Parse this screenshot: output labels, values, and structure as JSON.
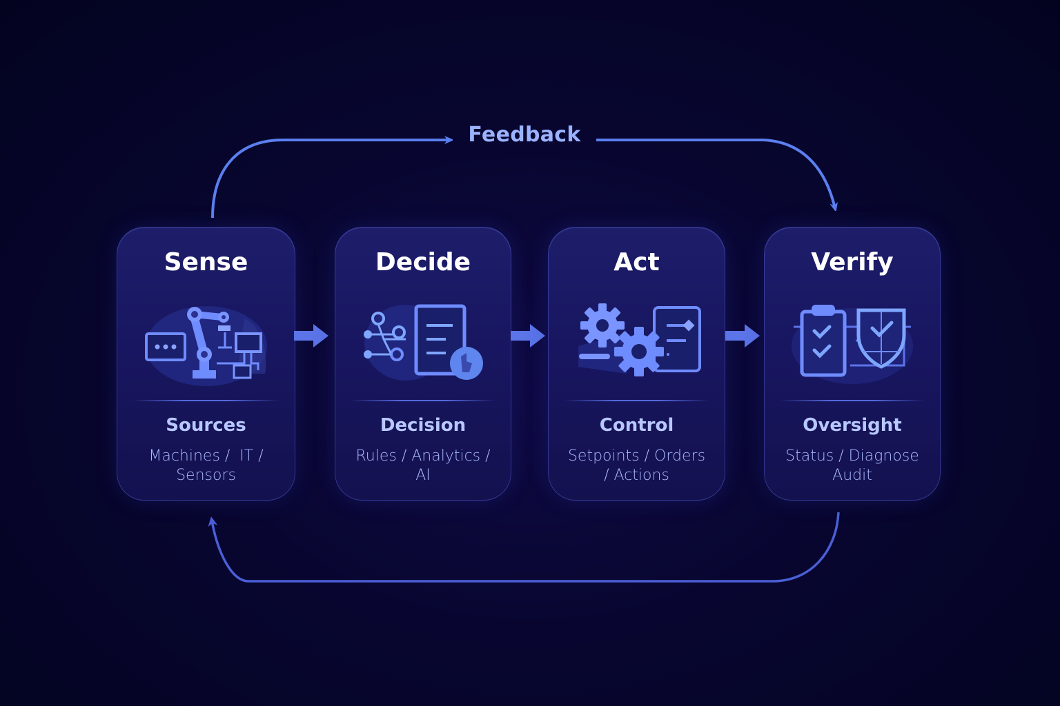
{
  "diagram": {
    "feedback_label": "Feedback",
    "colors": {
      "background": "#04032a",
      "card": "#1a1966",
      "accent": "#5b7ff0",
      "title": "#ffffff",
      "subtitle": "#b8c8ff",
      "desc": "#a9b8ff",
      "feedback_text": "#9bb3ff"
    },
    "stages": [
      {
        "title": "Sense",
        "icon": "robot-arm-devices-icon",
        "subtitle": "Sources",
        "desc_line1": "Machines /  IT /",
        "desc_line2": "Sensors"
      },
      {
        "title": "Decide",
        "icon": "decision-document-icon",
        "subtitle": "Decision",
        "desc_line1": "Rules / Analytics /",
        "desc_line2": "AI"
      },
      {
        "title": "Act",
        "icon": "gears-control-icon",
        "subtitle": "Control",
        "desc_line1": "Setpoints / Orders",
        "desc_line2": "/ Actions"
      },
      {
        "title": "Verify",
        "icon": "clipboard-shield-icon",
        "subtitle": "Oversight",
        "desc_line1": "Status / Diagnose",
        "desc_line2": "Audit"
      }
    ],
    "connectors": [
      {
        "from": "Sense",
        "to": "Decide"
      },
      {
        "from": "Decide",
        "to": "Act"
      },
      {
        "from": "Act",
        "to": "Verify"
      }
    ],
    "loops": [
      {
        "name": "feedback-top",
        "from": "Sense",
        "to": "Verify",
        "label": "Feedback"
      },
      {
        "name": "return-bottom",
        "from": "Verify",
        "to": "Sense"
      }
    ]
  }
}
